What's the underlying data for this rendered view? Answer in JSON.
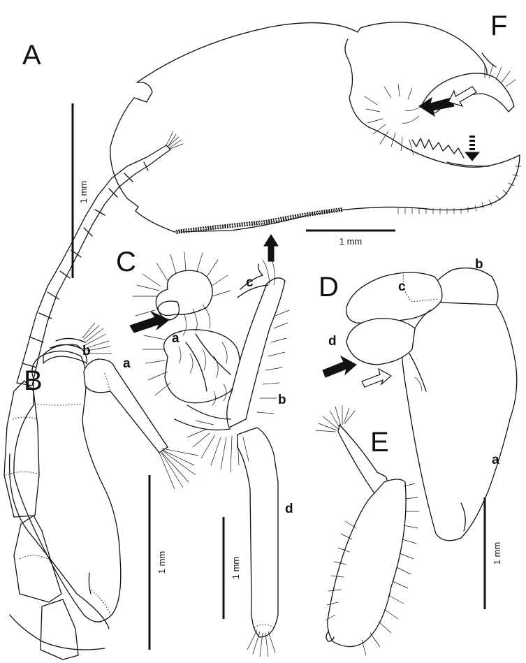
{
  "panels": {
    "A": {
      "letter": "A",
      "scale": "1 mm"
    },
    "B": {
      "letter": "B",
      "scale": "1 mm",
      "labels": {
        "a": "a",
        "b": "b"
      }
    },
    "C": {
      "letter": "C",
      "scale": "1 mm",
      "labels": {
        "a": "a",
        "b": "b",
        "c": "c",
        "d": "d"
      }
    },
    "D": {
      "letter": "D",
      "scale": "1 mm",
      "labels": {
        "a": "a",
        "b": "b",
        "c": "c",
        "d": "d"
      }
    },
    "E": {
      "letter": "E"
    },
    "F": {
      "letter": "F",
      "scale": "1 mm"
    }
  }
}
